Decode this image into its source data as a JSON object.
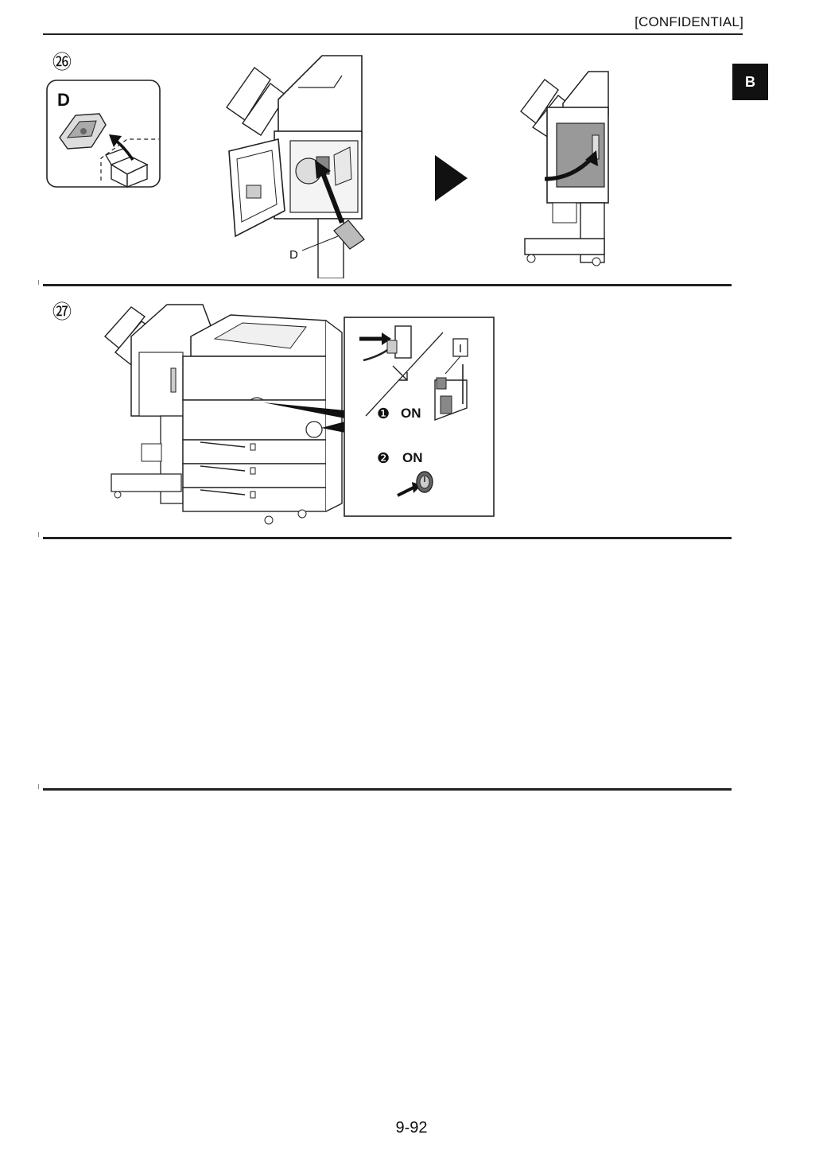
{
  "header": {
    "confidential_label": "[CONFIDENTIAL]"
  },
  "side_tab": {
    "label": "B"
  },
  "steps": [
    {
      "number": "㉖",
      "inset_label": "D",
      "callout_label": "D",
      "icons": [
        "staple-cartridge-icon",
        "box-icon",
        "arrow-icon",
        "next-triangle-icon"
      ]
    },
    {
      "number": "㉗",
      "panel": {
        "switch_symbol": "I",
        "step1_bullet": "❶",
        "step1_label": "ON",
        "step2_bullet": "❷",
        "step2_label": "ON"
      },
      "icons": [
        "power-plug-icon",
        "main-switch-icon",
        "power-button-icon"
      ]
    }
  ],
  "footer": {
    "page_number": "9-92"
  }
}
